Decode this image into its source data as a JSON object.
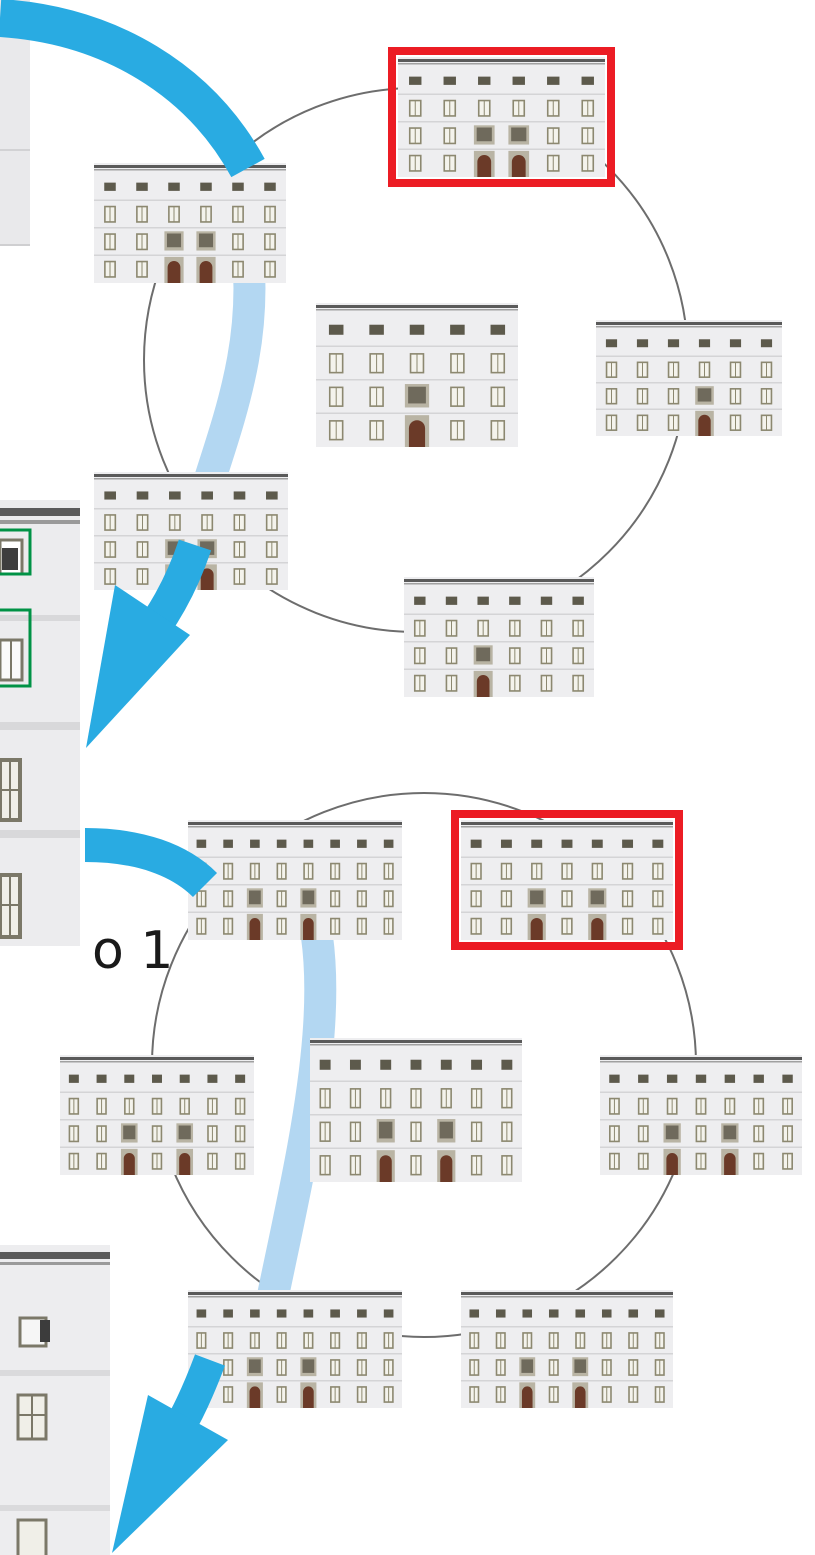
{
  "step_label": "o 1",
  "colors": {
    "arrow_dark": "#29abe2",
    "arrow_light": "#b3d7f2",
    "selected_frame": "#ec1c24",
    "detected_window": "#009245",
    "cycle_line": "#6d6d6d",
    "facade_wall": "#eeeef0",
    "facade_cornice": "#5a5a5a",
    "window_frame": "#8c8870",
    "door": "#6b3a28",
    "portal_stone": "#b9b4a4"
  },
  "icons": {
    "arrow": "curved-flow-arrow",
    "facade": "building-facade-thumbnail"
  },
  "cycles": [
    {
      "name": "upper-cycle",
      "nodes": [
        {
          "id": "top",
          "bays": 6,
          "doors": [
            2,
            3
          ],
          "selected": true
        },
        {
          "id": "upper-left",
          "bays": 6,
          "doors": [
            2,
            3
          ],
          "selected": false
        },
        {
          "id": "center",
          "bays": 5,
          "doors": [
            2
          ],
          "selected": false
        },
        {
          "id": "right",
          "bays": 6,
          "doors": [
            3
          ],
          "selected": false
        },
        {
          "id": "lower-left",
          "bays": 6,
          "doors": [
            2,
            3
          ],
          "selected": false
        },
        {
          "id": "bottom",
          "bays": 6,
          "doors": [
            2
          ],
          "selected": false
        }
      ]
    },
    {
      "name": "lower-cycle",
      "nodes": [
        {
          "id": "top-left",
          "bays": 8,
          "doors": [
            2,
            4
          ],
          "selected": false
        },
        {
          "id": "top-right",
          "bays": 7,
          "doors": [
            2,
            4
          ],
          "selected": true
        },
        {
          "id": "left",
          "bays": 7,
          "doors": [
            2,
            4
          ],
          "selected": false
        },
        {
          "id": "center",
          "bays": 7,
          "doors": [
            2,
            4
          ],
          "selected": false
        },
        {
          "id": "right",
          "bays": 7,
          "doors": [
            2,
            4
          ],
          "selected": false
        },
        {
          "id": "bottom-left",
          "bays": 8,
          "doors": [
            2,
            4
          ],
          "selected": false
        },
        {
          "id": "bottom-right",
          "bays": 8,
          "doors": [
            2,
            4
          ],
          "selected": false
        }
      ]
    }
  ]
}
